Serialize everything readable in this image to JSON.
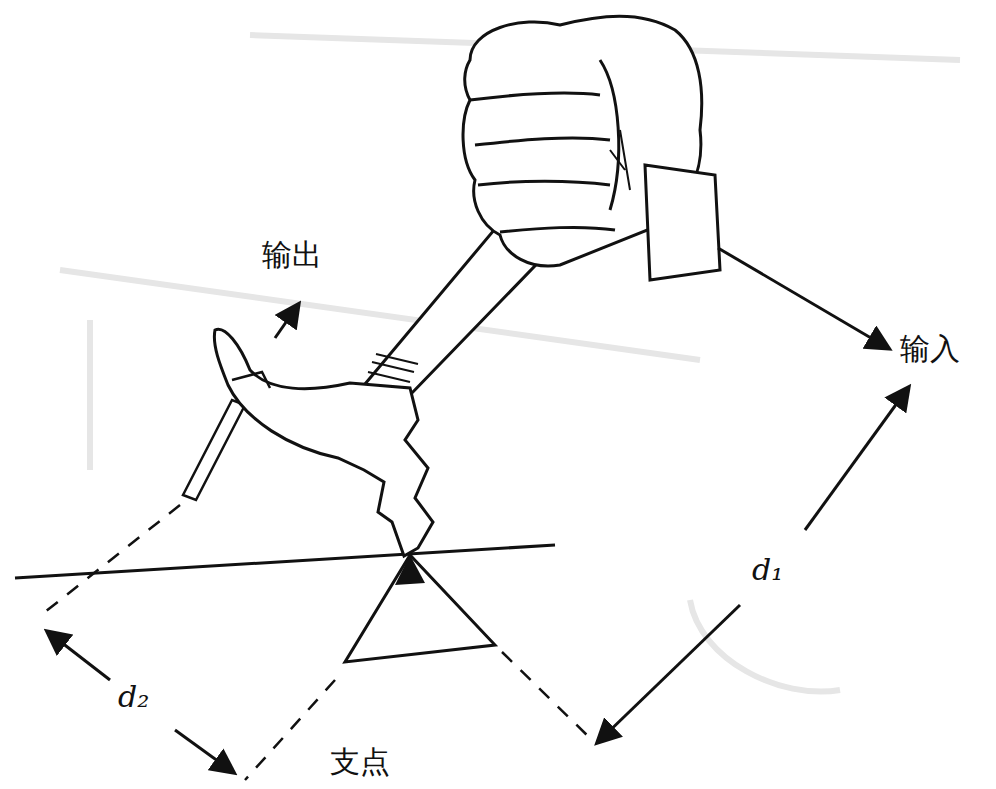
{
  "diagram": {
    "labels": [
      "输出",
      "输入",
      "d₁",
      "d₂",
      "支点"
    ]
  }
}
